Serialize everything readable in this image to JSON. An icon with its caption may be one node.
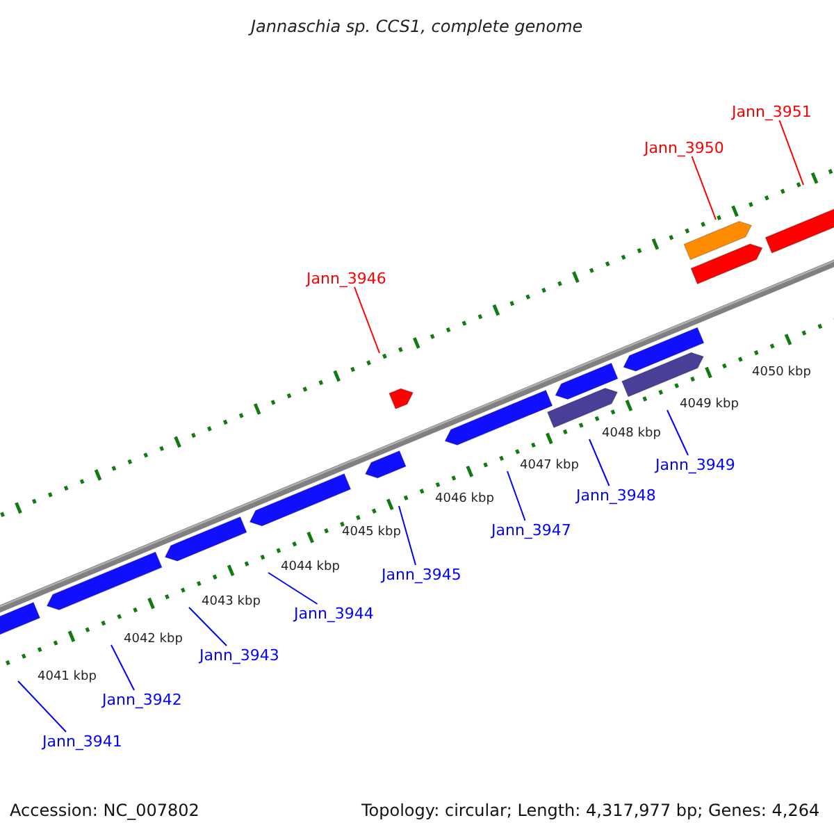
{
  "diagram": {
    "title": "Jannaschia sp. CCS1, complete genome",
    "nodes": [
      {
        "text": [
          "Jann_3951"
        ]
      },
      {
        "text": [
          "Jann_3950"
        ]
      },
      {
        "text": [
          "Jann_3946"
        ]
      },
      {
        "text": [
          "Jann_3949"
        ]
      },
      {
        "text": [
          "Jann_3948"
        ]
      },
      {
        "text": [
          "Jann_3947"
        ]
      },
      {
        "text": [
          "Jann_3945"
        ]
      },
      {
        "text": [
          "Jann_3944"
        ]
      },
      {
        "text": [
          "Jann_3943"
        ]
      },
      {
        "text": [
          "Jann_3942"
        ]
      },
      {
        "text": [
          "Jann_3941"
        ]
      }
    ],
    "edges": [
      {
        "from": 0,
        "to": null,
        "arrow": "none",
        "color": "#ff0000"
      },
      {
        "from": 1,
        "to": null,
        "arrow": "none",
        "color": "#ff0000"
      },
      {
        "from": 2,
        "to": null,
        "arrow": "none",
        "color": "#ff0000"
      },
      {
        "from": 3,
        "to": null,
        "arrow": "none"
      },
      {
        "from": 4,
        "to": null,
        "arrow": "none"
      },
      {
        "from": 5,
        "to": null,
        "arrow": "none"
      },
      {
        "from": 6,
        "to": null,
        "arrow": "none"
      },
      {
        "from": 7,
        "to": null,
        "arrow": "none"
      },
      {
        "from": 8,
        "to": null,
        "arrow": "none"
      },
      {
        "from": 9,
        "to": null,
        "arrow": "none"
      },
      {
        "from": 10,
        "to": null,
        "arrow": "none"
      }
    ],
    "labels": [
      "4050 kbp",
      "4049 kbp",
      "4048 kbp",
      "4047 kbp",
      "4046 kbp",
      "4045 kbp",
      "4044 kbp",
      "4043 kbp",
      "4042 kbp",
      "4041 kbp",
      "Accession: NC_007802",
      "Topology: circular; Length: 4,317,977 bp; Genes: 4,264"
    ]
  }
}
